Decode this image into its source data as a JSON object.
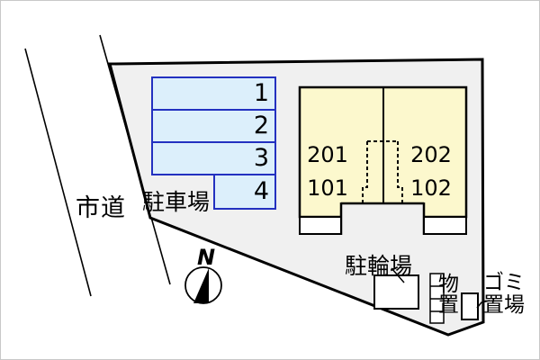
{
  "site": {
    "road_label": "市道",
    "compass_n": "N",
    "parking": {
      "area_label": "駐車場",
      "spaces": [
        "1",
        "2",
        "3",
        "4"
      ]
    },
    "building": {
      "units": [
        {
          "upper": "201",
          "lower": "101"
        },
        {
          "upper": "202",
          "lower": "102"
        }
      ]
    },
    "bicycle_label": "駐輪場",
    "storage_label": "物置",
    "garbage_label": "ゴミ置場",
    "colors": {
      "ground": "#f0f0f0",
      "building_fill": "#fcf8cd",
      "parking_fill": "#dceffb",
      "parking_border": "#2331c0",
      "outline": "#000000"
    }
  }
}
